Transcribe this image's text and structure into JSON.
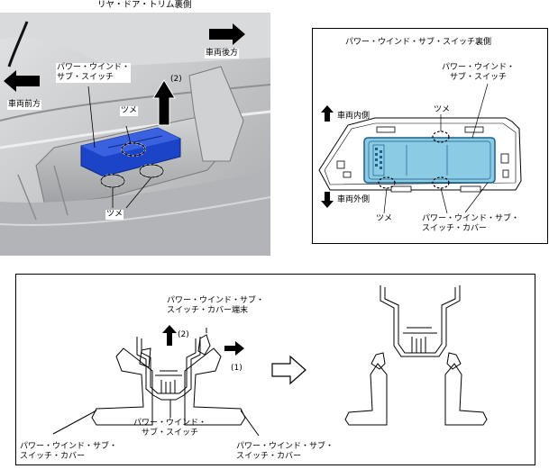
{
  "photo": {
    "title": "リヤ・ドア・トリム裏側",
    "rear_label": "車両後方",
    "front_label": "車両前方",
    "switch_label": "パワー・ウインド・\nサブ・スイッチ",
    "step2_label": "(2)",
    "claw_top_label": "ツメ",
    "claw_bottom_label": "ツメ"
  },
  "detail": {
    "title": "パワー・ウインド・サブ・スイッチ裏側",
    "switch_label": "パワー・ウインド・\nサブ・スイッチ",
    "claw_top_label": "ツメ",
    "inner_label": "車両内側",
    "outer_label": "車両外側",
    "claw_bottom_label": "ツメ",
    "cover_label": "パワー・ウインド・サブ・\nスイッチ・カバー"
  },
  "section": {
    "terminal_label": "パワー・ウインド・サブ・\nスイッチ・カバー端末",
    "step2_label": "(2)",
    "step1_label": "(1)",
    "switch_label": "パワー・ウインド・\nサブ・スイッチ",
    "cover_left_label": "パワー・ウインド・サブ・\nスイッチ・カバー",
    "cover_right_label": "パワー・ウインド・サブ・\nスイッチ・カバー"
  },
  "colors": {
    "switch_blue": "#1c44c8",
    "cover_cyan": "#8ccbe4",
    "photo_gray": "#c4c5c7"
  }
}
